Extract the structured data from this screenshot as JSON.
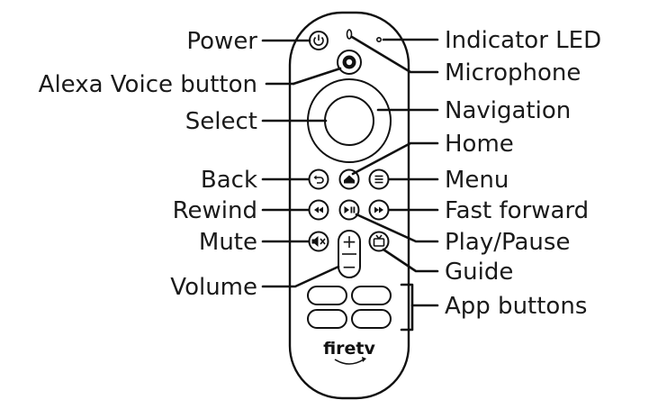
{
  "labels": {
    "power": "Power",
    "alexa": "Alexa Voice button",
    "select": "Select",
    "back": "Back",
    "rewind": "Rewind",
    "mute": "Mute",
    "volume": "Volume",
    "indicator": "Indicator LED",
    "microphone": "Microphone",
    "navigation": "Navigation",
    "home": "Home",
    "menu": "Menu",
    "fast_forward": "Fast forward",
    "play_pause": "Play/Pause",
    "guide": "Guide",
    "app_buttons": "App buttons"
  },
  "remote": {
    "brand": "firetv",
    "volume_plus": "+",
    "volume_minus": "−"
  }
}
